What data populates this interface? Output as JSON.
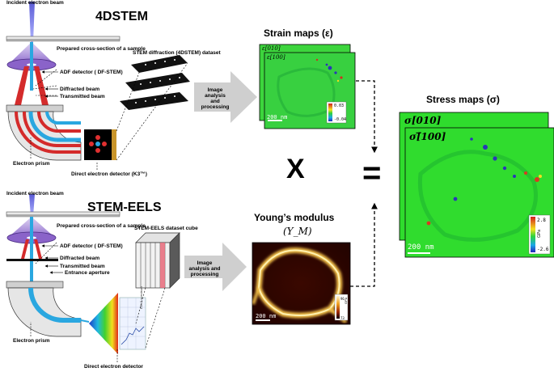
{
  "top": {
    "beam_label": "Incident electron beam",
    "title": "4DSTEM",
    "sample_label": "Prepared cross-section of a sample",
    "adf_label": "ADF detector ( DF-STEM)",
    "diffracted_label": "Diffracted beam",
    "transmitted_label": "Transmitted beam",
    "prism_label": "Electron prism",
    "detector_label": "Direct electron detector (K3™)",
    "dataset_label": "STEM diffraction (4DSTEM) dataset",
    "process_label": "Image analysis and processing"
  },
  "bottom": {
    "beam_label": "Incident electron beam",
    "title": "STEM-EELS",
    "sample_label": "Prepared cross-section of a sample",
    "adf_label": "ADF detector ( DF-STEM)",
    "diffracted_label": "Diffracted  beam",
    "transmitted_label": "Transmitted beam",
    "aperture_label": "Entrance aperture",
    "prism_label": "Electron prism",
    "detector_label": "Direct electron detector",
    "cube_label": "STEM-EELS dataset cube",
    "process_label": "Image analysis and processing",
    "spectrum_label": "EELS spectrum"
  },
  "strain": {
    "title": "Strain maps (ε)",
    "back_label": "ε[010]",
    "front_label": "ε[100]",
    "scale": "200 nm",
    "cbar_max": "0.03",
    "cbar_min": "-0.04"
  },
  "young": {
    "title": "Young’s modulus",
    "subtitle": "(Y_M)",
    "scale": "200 nm",
    "cbar_max": "96",
    "cbar_min": "73",
    "cbar_unit": "GPa"
  },
  "stress": {
    "title": "Stress maps (σ)",
    "back_label": "σ[010]",
    "front_label": "σ[̅100]",
    "scale": "200 nm",
    "cbar_max": "2.8",
    "cbar_min": "-2.6",
    "cbar_unit": "GPa"
  },
  "operators": {
    "times": "X",
    "equals": "="
  },
  "colors": {
    "beam_blue": "#2aa7e0",
    "prism_red": "#d42b2b",
    "purple": "#8a63c9",
    "map_green": "#28d82c",
    "arrow_gray": "#cfcfcf"
  }
}
